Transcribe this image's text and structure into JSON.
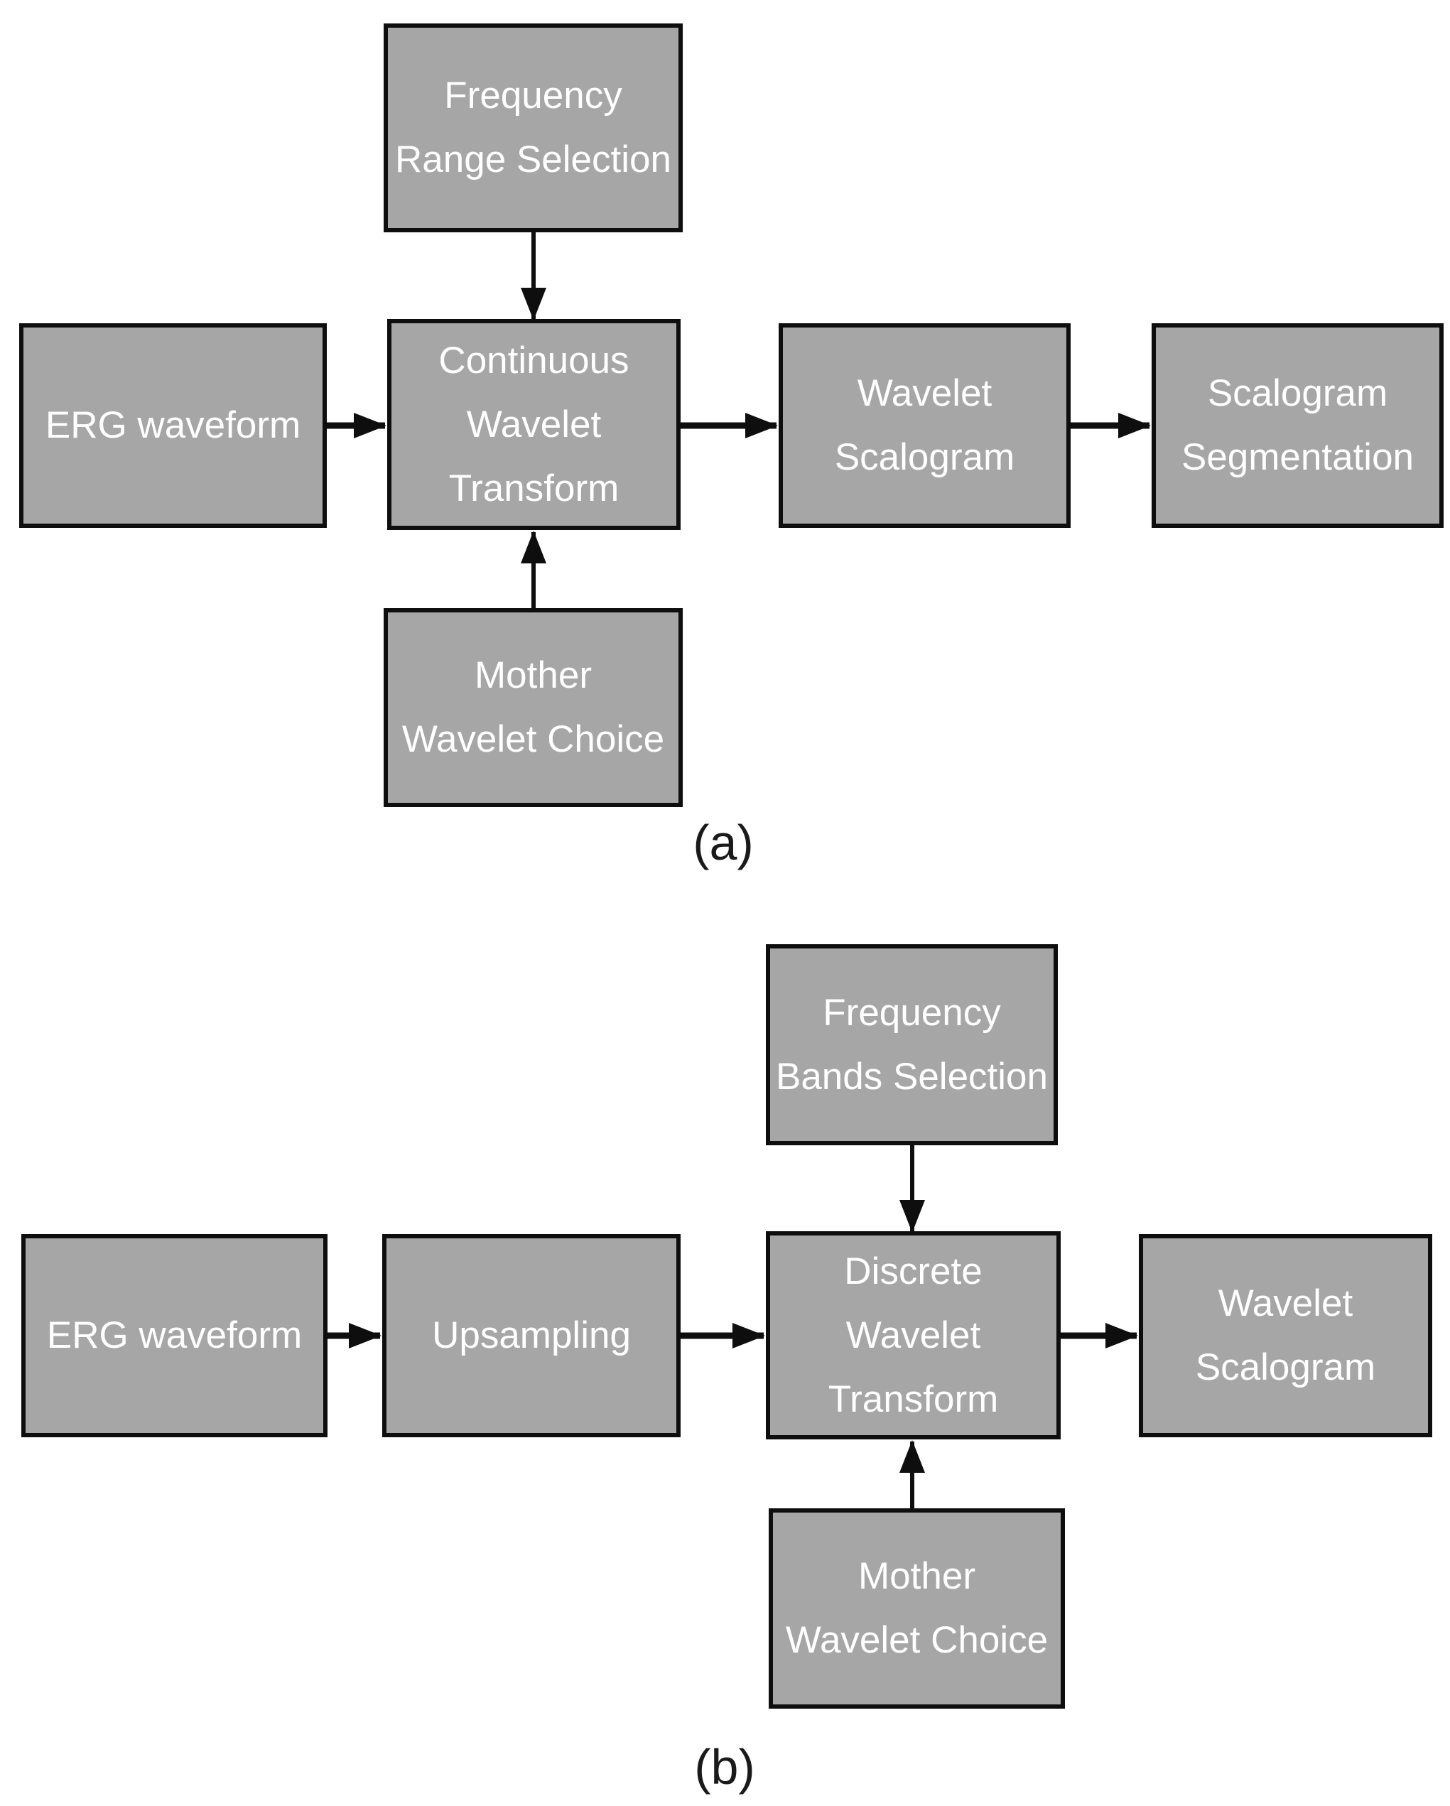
{
  "figure": {
    "colors": {
      "background": "#ffffff",
      "box_fill": "#a6a6a6",
      "box_border": "#0e0e0e",
      "box_text": "#ffffff",
      "arrow": "#0e0e0e",
      "panel_label_text": "#1a1a1a"
    },
    "panels": [
      {
        "label": "(a)",
        "boxes": {
          "frequency_range_selection": "Frequency\nRange Selection",
          "erg_waveform": "ERG waveform",
          "continuous_wavelet_transform": "Continuous\nWavelet\nTransform",
          "wavelet_scalogram": "Wavelet\nScalogram",
          "scalogram_segmentation": "Scalogram\nSegmentation",
          "mother_wavelet_choice": "Mother\nWavelet Choice"
        },
        "edges": [
          "frequency_range_selection -> continuous_wavelet_transform",
          "erg_waveform -> continuous_wavelet_transform",
          "mother_wavelet_choice -> continuous_wavelet_transform",
          "continuous_wavelet_transform -> wavelet_scalogram",
          "wavelet_scalogram -> scalogram_segmentation"
        ]
      },
      {
        "label": "(b)",
        "boxes": {
          "frequency_bands_selection": "Frequency\nBands Selection",
          "erg_waveform": "ERG waveform",
          "upsampling": "Upsampling",
          "discrete_wavelet_transform": "Discrete\nWavelet\nTransform",
          "wavelet_scalogram": "Wavelet\nScalogram",
          "mother_wavelet_choice": "Mother\nWavelet Choice"
        },
        "edges": [
          "frequency_bands_selection -> discrete_wavelet_transform",
          "erg_waveform -> upsampling",
          "upsampling -> discrete_wavelet_transform",
          "mother_wavelet_choice -> discrete_wavelet_transform",
          "discrete_wavelet_transform -> wavelet_scalogram"
        ]
      }
    ]
  }
}
